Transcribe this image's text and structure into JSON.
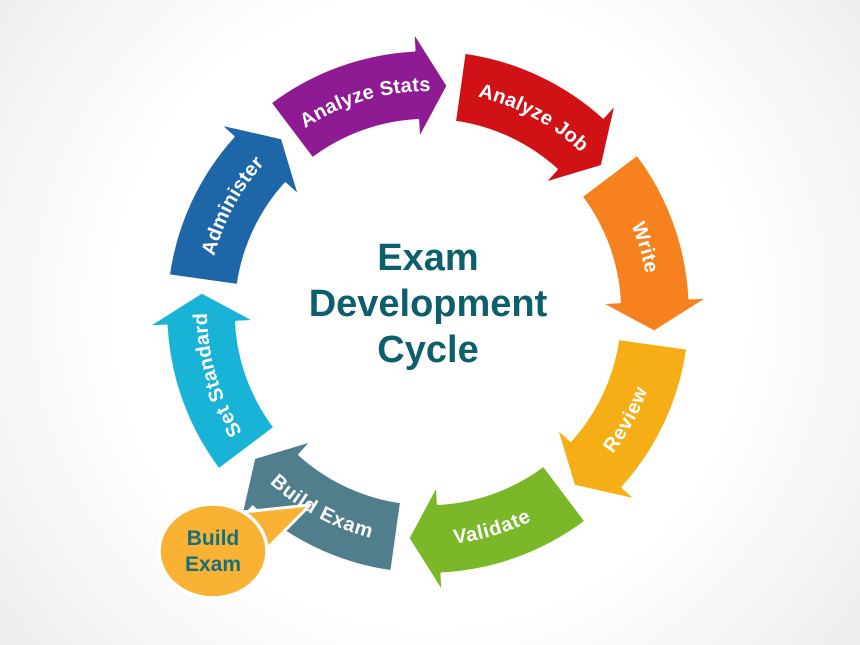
{
  "diagram": {
    "title_lines": [
      "Exam",
      "Development",
      "Cycle"
    ],
    "segments": [
      {
        "id": "analyze-job",
        "label": "Analyze Job",
        "color": "#d01217"
      },
      {
        "id": "write",
        "label": "Write",
        "color": "#f5821f"
      },
      {
        "id": "review",
        "label": "Review",
        "color": "#f6ae17"
      },
      {
        "id": "validate",
        "label": "Validate",
        "color": "#7ab829"
      },
      {
        "id": "build-exam",
        "label": "Build Exam",
        "color": "#507e8d"
      },
      {
        "id": "set-standard",
        "label": "Set Standard",
        "color": "#19b3d8"
      },
      {
        "id": "administer",
        "label": "Administer",
        "color": "#1d67a9"
      },
      {
        "id": "analyze-stats",
        "label": "Analyze Stats",
        "color": "#8e1a94"
      }
    ],
    "callout": {
      "lines": [
        "Build",
        "Exam"
      ],
      "fill": "#f9b233",
      "text_color": "#176f7d"
    },
    "colors": {
      "title": "#0c5f6b",
      "label_text": "#ffffff",
      "separator": "#ffffff"
    }
  }
}
